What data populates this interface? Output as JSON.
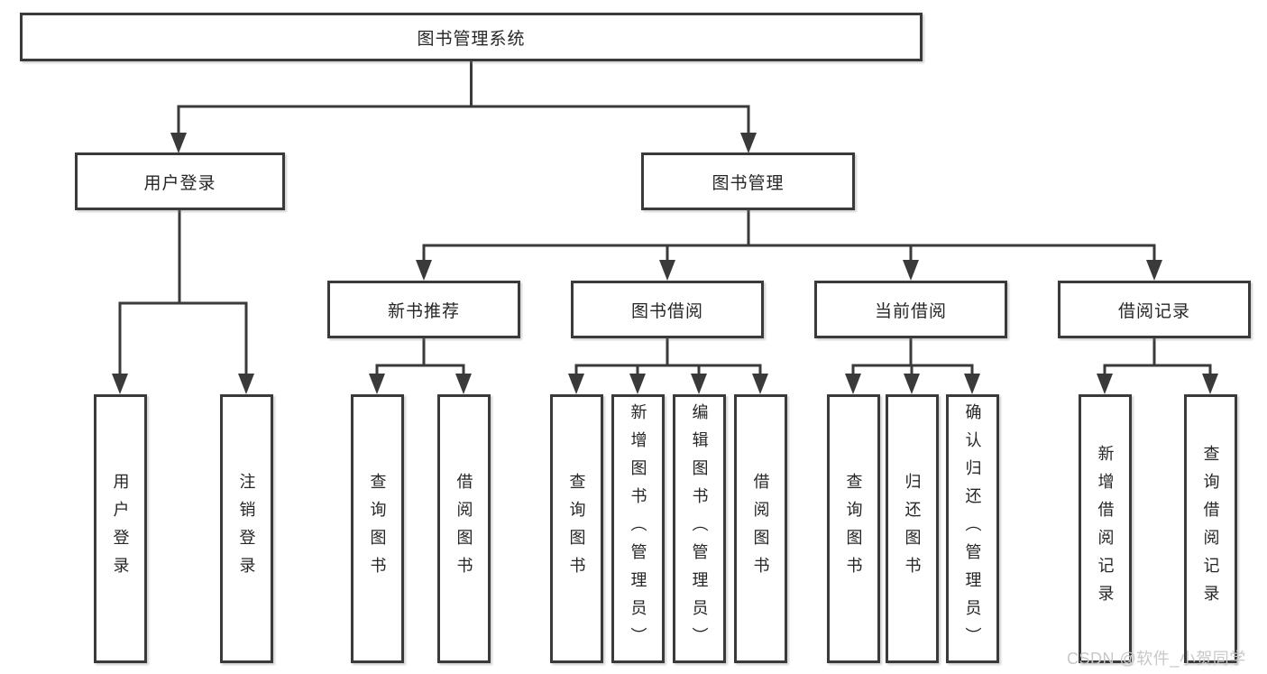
{
  "diagram_title": "图书管理系统",
  "watermark": "CSDN @软件_小贺同学",
  "colors": {
    "line": "#3a3a3a",
    "box_border": "#3a3a3a",
    "box_background": "#ffffff",
    "text": "#262626",
    "watermark": "#c8c8c8",
    "page_background": "#ffffff"
  },
  "tree": {
    "label": "图书管理系统",
    "children": [
      {
        "label": "用户登录",
        "children": [
          {
            "label": "用户登录"
          },
          {
            "label": "注销登录"
          }
        ]
      },
      {
        "label": "图书管理",
        "children": [
          {
            "label": "新书推荐",
            "children": [
              {
                "label": "查询图书"
              },
              {
                "label": "借阅图书"
              }
            ]
          },
          {
            "label": "图书借阅",
            "children": [
              {
                "label": "查询图书"
              },
              {
                "label": "新增图书（管理员）"
              },
              {
                "label": "编辑图书（管理员）"
              },
              {
                "label": "借阅图书"
              }
            ]
          },
          {
            "label": "当前借阅",
            "children": [
              {
                "label": "查询图书"
              },
              {
                "label": "归还图书"
              },
              {
                "label": "确认归还（管理员）"
              }
            ]
          },
          {
            "label": "借阅记录",
            "children": [
              {
                "label": "新增借阅记录"
              },
              {
                "label": "查询借阅记录"
              }
            ]
          }
        ]
      }
    ]
  }
}
